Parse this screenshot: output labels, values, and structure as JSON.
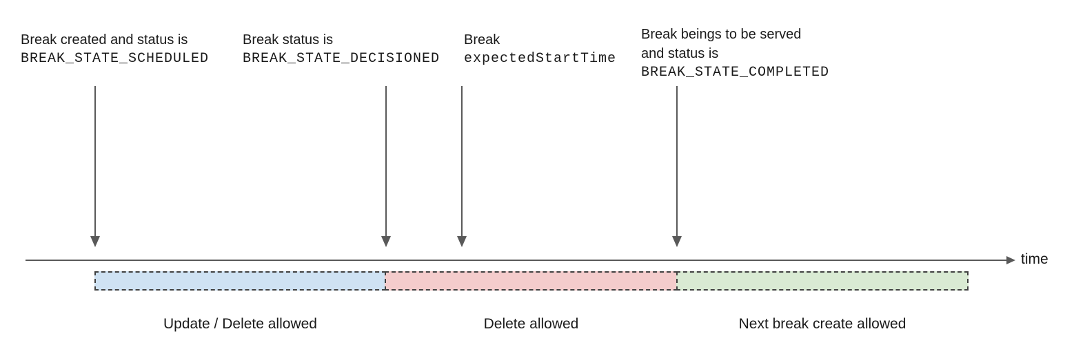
{
  "annotations": [
    {
      "lines": [
        "Break created and status is"
      ],
      "code": "BREAK_STATE_SCHEDULED"
    },
    {
      "lines": [
        "Break status is"
      ],
      "code": "BREAK_STATE_DECISIONED"
    },
    {
      "lines": [
        "Break"
      ],
      "code": "expectedStartTime"
    },
    {
      "lines": [
        "Break beings to be served",
        "and status is"
      ],
      "code": "BREAK_STATE_COMPLETED"
    }
  ],
  "timeline": {
    "axis_label": "time"
  },
  "segments": [
    {
      "label": "Update / Delete allowed",
      "color": "#cfe2f3"
    },
    {
      "label": "Delete allowed",
      "color": "#f4cccc"
    },
    {
      "label": "Next break create allowed",
      "color": "#d9ead3"
    }
  ],
  "colors": {
    "axis_gray": "#595959",
    "segment_border_gray": "#3f3f3f",
    "text": "#1a1a1a"
  }
}
